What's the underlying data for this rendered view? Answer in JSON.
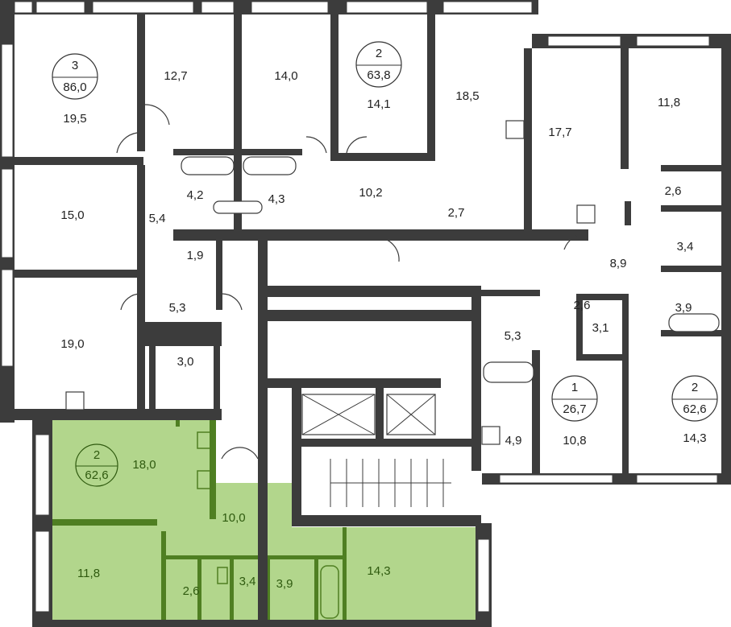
{
  "colors": {
    "wall": "#3c3c3c",
    "highlight_fill": "#b2d68c",
    "highlight_wall": "#4f7f22",
    "highlight_text": "#2f5a0f"
  },
  "apartments": [
    {
      "rooms": "3",
      "area": "86,0"
    },
    {
      "rooms": "2",
      "area": "63,8"
    },
    {
      "rooms": "1",
      "area": "26,7"
    },
    {
      "rooms": "2",
      "area": "62,6"
    },
    {
      "rooms": "2",
      "area": "62,6",
      "highlighted": true
    }
  ],
  "rooms": [
    "19,5",
    "12,7",
    "14,0",
    "14,1",
    "18,5",
    "17,7",
    "11,8",
    "15,0",
    "5,4",
    "4,2",
    "4,3",
    "10,2",
    "2,7",
    "2,6",
    "3,4",
    "8,9",
    "1,9",
    "5,3",
    "19,0",
    "3,0",
    "3,9",
    "2,6",
    "3,1",
    "5,3",
    "10,8",
    "14,3",
    "4,9"
  ],
  "highlighted_rooms": [
    "18,0",
    "10,0",
    "11,8",
    "2,6",
    "3,4",
    "3,9",
    "14,3"
  ]
}
